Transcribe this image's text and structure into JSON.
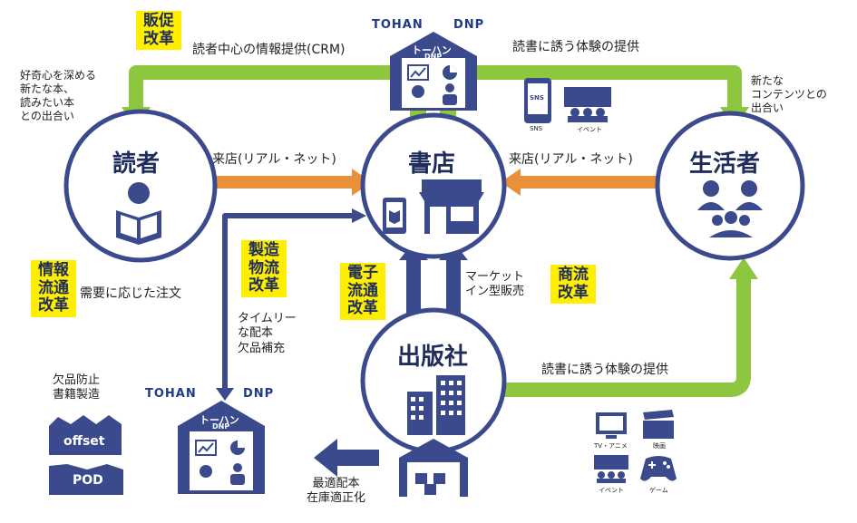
{
  "yellow_labels": {
    "sales_promo": "販促\n改革",
    "info_flow": "情報\n流通\n改革",
    "manufacturing": "製造\n物流\n改革",
    "e_distribution": "電子\n流通\n改革",
    "commerce": "商流\n改革"
  },
  "nodes": {
    "reader": "読者",
    "bookstore": "書店",
    "consumer": "生活者",
    "publisher": "出版社"
  },
  "hubs": {
    "tohan": "TOHAN",
    "dnp": "DNP",
    "roof_label": "トーハン",
    "roof_sub": "DNP"
  },
  "texts": {
    "crm": "読者中心の情報提供(CRM)",
    "experience_top": "読書に誘う体験の提供",
    "experience_bottom": "読書に誘う体験の提供",
    "visit_left": "来店(リアル・ネット)",
    "visit_right": "来店(リアル・ネット)",
    "curiosity": "好奇心を深める\n新たな本、\n読みたい本\nとの出合い",
    "new_content": "新たな\nコンテンツとの\n出合い",
    "demand_order": "需要に応じた注文",
    "timely": "タイムリー\nな配本\n欠品補充",
    "market_in": "マーケット\nイン型販売",
    "stockout": "欠品防止\n書籍製造",
    "optimal": "最適配本\n在庫適正化"
  },
  "printers": {
    "offset": "offset",
    "pod": "POD"
  },
  "media_icons": {
    "sns": "SNS",
    "sns_caption": "SNS",
    "event_caption": "イベント",
    "tv_caption": "TV・アニメ",
    "film_caption": "映画",
    "event2_caption": "イベント",
    "game_caption": "ゲーム"
  },
  "colors": {
    "navy": "#3b4a8c",
    "green": "#8dc63f",
    "orange": "#e8913a",
    "yellow": "#ffee00"
  }
}
